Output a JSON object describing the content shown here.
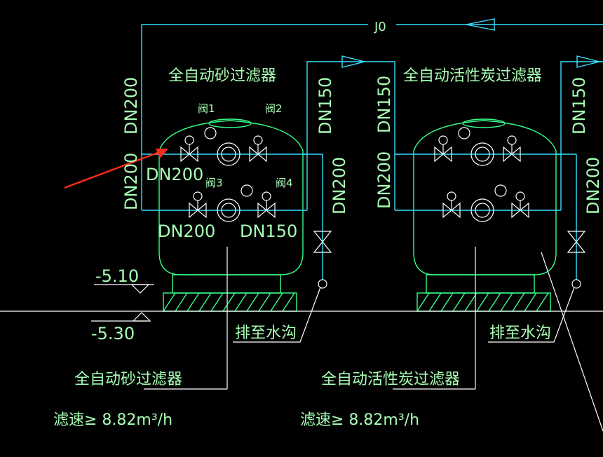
{
  "labels": {
    "jo": "J0",
    "title_sand_top": "全自动砂过滤器",
    "title_carbon_top": "全自动活性炭过滤器",
    "dn200_left_v1": "DN200",
    "dn200_left_v2": "DN200",
    "dn200_left_h": "DN200",
    "dn150_right_v": "DN150",
    "dn200_right_v": "DN200",
    "dn200_bottom": "DN200",
    "dn150_bottom": "DN150",
    "valve1": "阀1",
    "valve2": "阀2",
    "valve3": "阀3",
    "valve4": "阀4",
    "dn150_carbon_v": "DN150",
    "dn200_carbon_v": "DN200",
    "dn150_far_right": "DN150",
    "dn200_far_right": "DN200",
    "level_510": "-5.10",
    "level_530": "-5.30",
    "drain_left": "排至水沟",
    "drain_right": "排至水沟",
    "title_sand_bottom": "全自动砂过滤器",
    "title_carbon_bottom": "全自动活性炭过滤器",
    "speed_left": "滤速≥ 8.82m³/h",
    "speed_right": "滤速≥ 8.82m³/h"
  },
  "colors": {
    "background": "#000000",
    "pipe": "#36e0ff",
    "equipment": "#37ff8a",
    "text": "#a8ffb4",
    "arrow": "#ff2a1a"
  }
}
